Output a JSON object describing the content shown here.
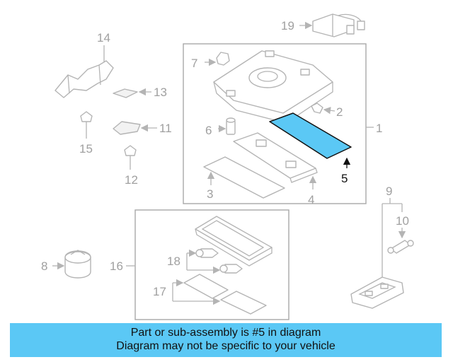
{
  "callouts": {
    "c1": "1",
    "c2": "2",
    "c3": "3",
    "c4": "4",
    "c5": "5",
    "c6": "6",
    "c7": "7",
    "c8": "8",
    "c9": "9",
    "c10": "10",
    "c11": "11",
    "c12": "12",
    "c13": "13",
    "c14": "14",
    "c15": "15",
    "c16": "16",
    "c17": "17",
    "c18": "18",
    "c19": "19"
  },
  "highlight": {
    "part": "5",
    "color": "#5bc8f5"
  },
  "banner": {
    "line1": "Part or sub-assembly is #5 in diagram",
    "line2": "Diagram may not be specific to your vehicle",
    "color": "#5bc8f5"
  }
}
